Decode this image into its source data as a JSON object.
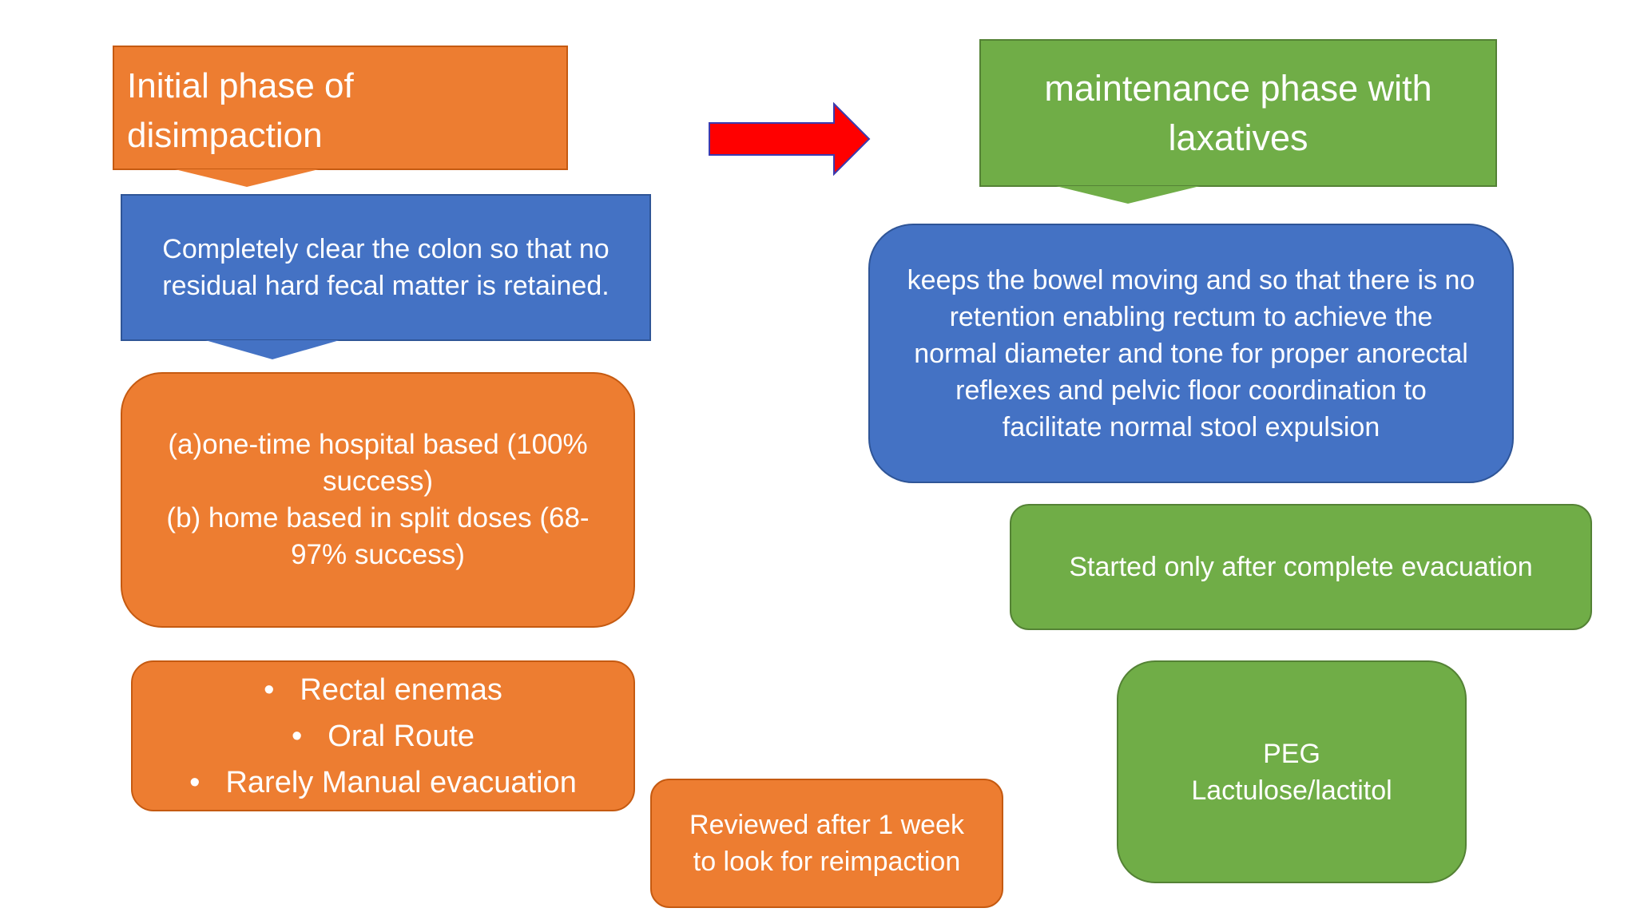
{
  "colors": {
    "orange": "#ED7D31",
    "blue": "#4472C4",
    "green": "#70AD47",
    "arrow": "#FF0000",
    "arrow_outline": "#3B3BB0"
  },
  "left": {
    "title_lines": [
      "Initial phase of",
      "disimpaction"
    ],
    "goal_lines": [
      "Completely clear the colon so that no",
      "residual hard fecal matter is retained."
    ],
    "options_lines": [
      "(a)one-time hospital based (100%",
      "success)",
      "(b) home based in split doses (68-",
      "97% success)"
    ],
    "routes": [
      "Rectal enemas",
      "Oral Route",
      "Rarely  Manual evacuation"
    ]
  },
  "review_lines": [
    "Reviewed after 1 week",
    "to look for reimpaction"
  ],
  "right": {
    "title_lines": [
      "maintenance phase with",
      "laxatives"
    ],
    "goal_lines": [
      "keeps the bowel moving and so that there is no",
      "retention enabling rectum to achieve the",
      "normal diameter and tone for proper anorectal",
      "reflexes and pelvic floor coordination to",
      "facilitate normal stool expulsion"
    ],
    "note": "Started only after complete evacuation",
    "drug_lines": [
      "PEG",
      "Lactulose/lactitol"
    ]
  }
}
